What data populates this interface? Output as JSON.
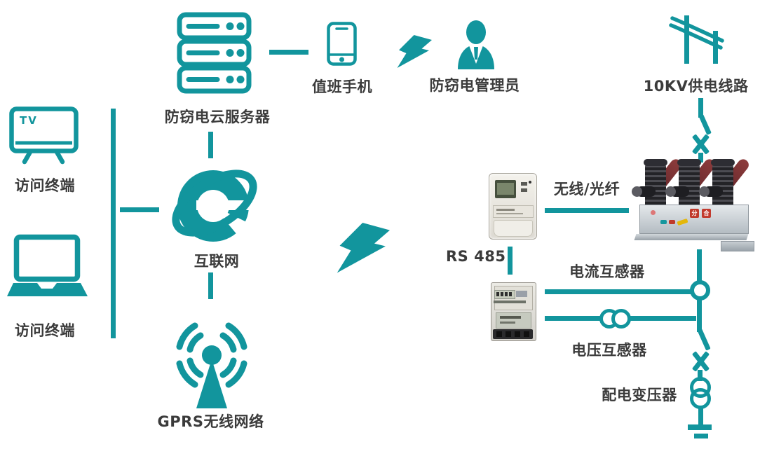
{
  "colors": {
    "teal": "#12959D",
    "text": "#3b3b3b",
    "maroon": "#7b3236"
  },
  "nodes": {
    "cloud_server": {
      "label": "防窃电云服务器",
      "icon": "server-stack-icon"
    },
    "duty_phone": {
      "label": "值班手机",
      "icon": "smartphone-icon"
    },
    "admin": {
      "label": "防窃电管理员",
      "icon": "person-icon"
    },
    "power_line": {
      "label": "10KV供电线路",
      "icon": "utility-poles-icon"
    },
    "terminal_tv": {
      "label": "访问终端",
      "icon": "tv-icon",
      "icon_text": "TV"
    },
    "terminal_laptop": {
      "label": "访问终端",
      "icon": "laptop-icon"
    },
    "internet": {
      "label": "互联网",
      "icon": "ie-browser-icon"
    },
    "gprs": {
      "label": "GPRS无线网络",
      "icon": "antenna-icon"
    }
  },
  "links": {
    "wireless_fiber": {
      "label": "无线/光纤"
    },
    "rs485": {
      "label": "RS 485"
    }
  },
  "power_chain": {
    "current_transformer": {
      "label": "电流互感器"
    },
    "voltage_transformer": {
      "label": "电压互感器"
    },
    "distribution_transformer": {
      "label": "配电变压器"
    }
  },
  "equipment": {
    "sticker_open": "分",
    "sticker_close": "合"
  }
}
